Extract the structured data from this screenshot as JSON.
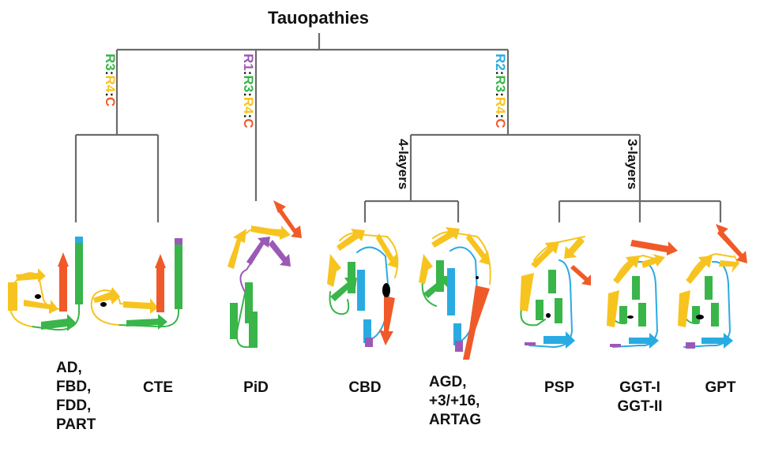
{
  "title": "Tauopathies",
  "colors": {
    "R1": "#9b59b6",
    "R2": "#29abe2",
    "R3": "#39b54a",
    "R4": "#f7c41f",
    "C": "#f05a28",
    "line": "#6b6b6b",
    "cavity": "#000000"
  },
  "branches": {
    "left_parts": [
      {
        "text": "R3",
        "color": "R3"
      },
      {
        "text": ":",
        "color": "ink"
      },
      {
        "text": "R4",
        "color": "R4"
      },
      {
        "text": ":",
        "color": "ink"
      },
      {
        "text": "C",
        "color": "C"
      }
    ],
    "middle_parts": [
      {
        "text": "R1",
        "color": "R1"
      },
      {
        "text": ":",
        "color": "ink"
      },
      {
        "text": "R3",
        "color": "R3"
      },
      {
        "text": ":",
        "color": "ink"
      },
      {
        "text": "R4",
        "color": "R4"
      },
      {
        "text": ":",
        "color": "ink"
      },
      {
        "text": "C",
        "color": "C"
      }
    ],
    "right_parts": [
      {
        "text": "R2",
        "color": "R2"
      },
      {
        "text": ":",
        "color": "ink"
      },
      {
        "text": "R3",
        "color": "R3"
      },
      {
        "text": ":",
        "color": "ink"
      },
      {
        "text": "R4",
        "color": "R4"
      },
      {
        "text": ":",
        "color": "ink"
      },
      {
        "text": "C",
        "color": "C"
      }
    ],
    "four_layers": "4-layers",
    "three_layers": "3-layers"
  },
  "leaves": [
    {
      "id": "ad",
      "lines": [
        "AD,",
        "FBD,",
        "FDD,",
        "PART"
      ]
    },
    {
      "id": "cte",
      "lines": [
        "CTE"
      ]
    },
    {
      "id": "pid",
      "lines": [
        "PiD"
      ]
    },
    {
      "id": "cbd",
      "lines": [
        "CBD"
      ]
    },
    {
      "id": "agd",
      "lines": [
        "AGD,",
        "+3/+16,",
        "ARTAG"
      ]
    },
    {
      "id": "psp",
      "lines": [
        "PSP"
      ]
    },
    {
      "id": "ggt",
      "lines": [
        "GGT-I",
        "GGT-II"
      ]
    },
    {
      "id": "gpt",
      "lines": [
        "GPT"
      ]
    }
  ]
}
